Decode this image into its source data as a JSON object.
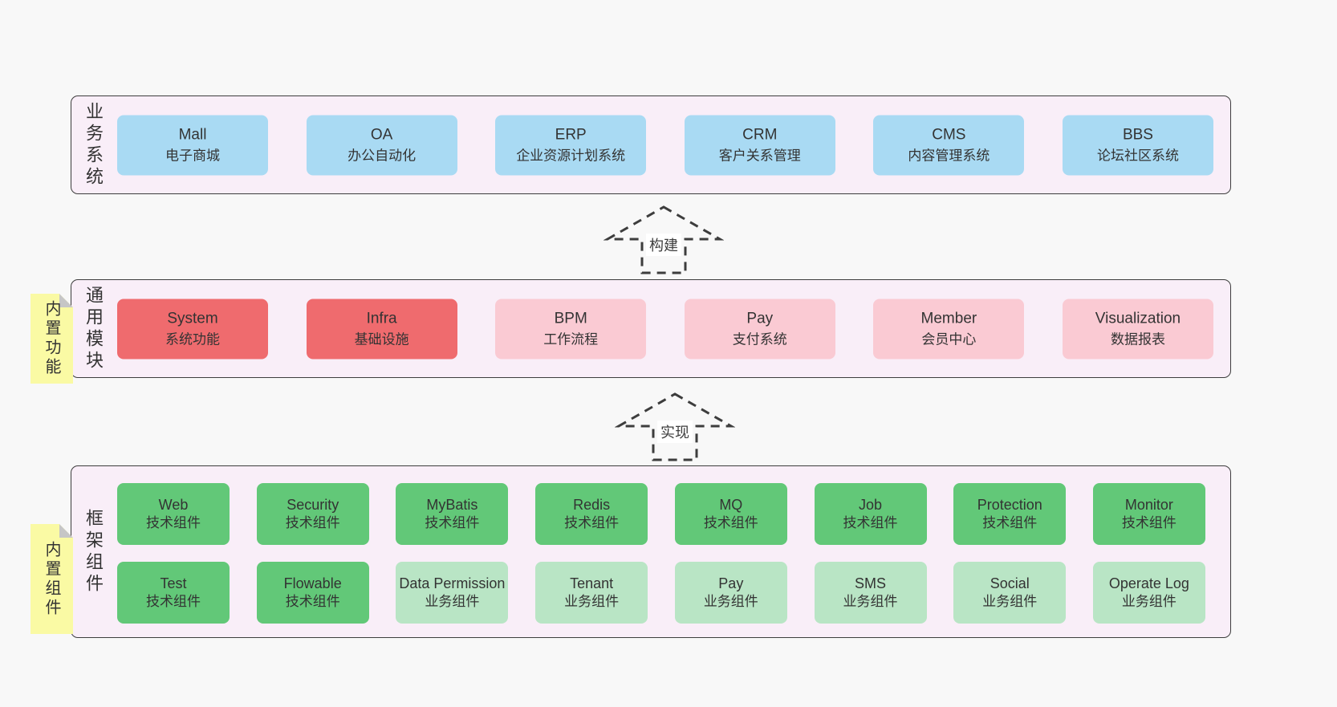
{
  "colors": {
    "page_bg": "#f8f8f8",
    "panel_bg": "#f9eef8",
    "panel_border": "#3d3d3d",
    "blue_box": "#a9daf3",
    "red_box": "#ef6b6e",
    "pink_box": "#facad3",
    "green_dark_box": "#62c878",
    "green_light_box": "#b9e5c5",
    "sticky_yellow": "#fafaa4",
    "sticky_fold": "#c6c6c6"
  },
  "arrows": {
    "build": {
      "label": "构建"
    },
    "implement": {
      "label": "实现"
    }
  },
  "layers": {
    "business": {
      "label": "业务系统",
      "boxes": [
        {
          "name": "Mall",
          "desc": "电子商城",
          "variant": "blue"
        },
        {
          "name": "OA",
          "desc": "办公自动化",
          "variant": "blue"
        },
        {
          "name": "ERP",
          "desc": "企业资源计划系统",
          "variant": "blue"
        },
        {
          "name": "CRM",
          "desc": "客户关系管理",
          "variant": "blue"
        },
        {
          "name": "CMS",
          "desc": "内容管理系统",
          "variant": "blue"
        },
        {
          "name": "BBS",
          "desc": "论坛社区系统",
          "variant": "blue"
        }
      ]
    },
    "modules": {
      "label": "通用模块",
      "sticky": "内置功能",
      "boxes": [
        {
          "name": "System",
          "desc": "系统功能",
          "variant": "red"
        },
        {
          "name": "Infra",
          "desc": "基础设施",
          "variant": "red"
        },
        {
          "name": "BPM",
          "desc": "工作流程",
          "variant": "pink"
        },
        {
          "name": "Pay",
          "desc": "支付系统",
          "variant": "pink"
        },
        {
          "name": "Member",
          "desc": "会员中心",
          "variant": "pink"
        },
        {
          "name": "Visualization",
          "desc": "数据报表",
          "variant": "pink"
        }
      ]
    },
    "components": {
      "label": "框架组件",
      "sticky": "内置组件",
      "rows": [
        [
          {
            "name": "Web",
            "desc": "技术组件",
            "variant": "green-dark"
          },
          {
            "name": "Security",
            "desc": "技术组件",
            "variant": "green-dark"
          },
          {
            "name": "MyBatis",
            "desc": "技术组件",
            "variant": "green-dark"
          },
          {
            "name": "Redis",
            "desc": "技术组件",
            "variant": "green-dark"
          },
          {
            "name": "MQ",
            "desc": "技术组件",
            "variant": "green-dark"
          },
          {
            "name": "Job",
            "desc": "技术组件",
            "variant": "green-dark"
          },
          {
            "name": "Protection",
            "desc": "技术组件",
            "variant": "green-dark"
          },
          {
            "name": "Monitor",
            "desc": "技术组件",
            "variant": "green-dark"
          }
        ],
        [
          {
            "name": "Test",
            "desc": "技术组件",
            "variant": "green-dark"
          },
          {
            "name": "Flowable",
            "desc": "技术组件",
            "variant": "green-dark"
          },
          {
            "name": "Data Permission",
            "desc": "业务组件",
            "variant": "green-light"
          },
          {
            "name": "Tenant",
            "desc": "业务组件",
            "variant": "green-light"
          },
          {
            "name": "Pay",
            "desc": "业务组件",
            "variant": "green-light"
          },
          {
            "name": "SMS",
            "desc": "业务组件",
            "variant": "green-light"
          },
          {
            "name": "Social",
            "desc": "业务组件",
            "variant": "green-light"
          },
          {
            "name": "Operate Log",
            "desc": "业务组件",
            "variant": "green-light"
          }
        ]
      ]
    }
  }
}
